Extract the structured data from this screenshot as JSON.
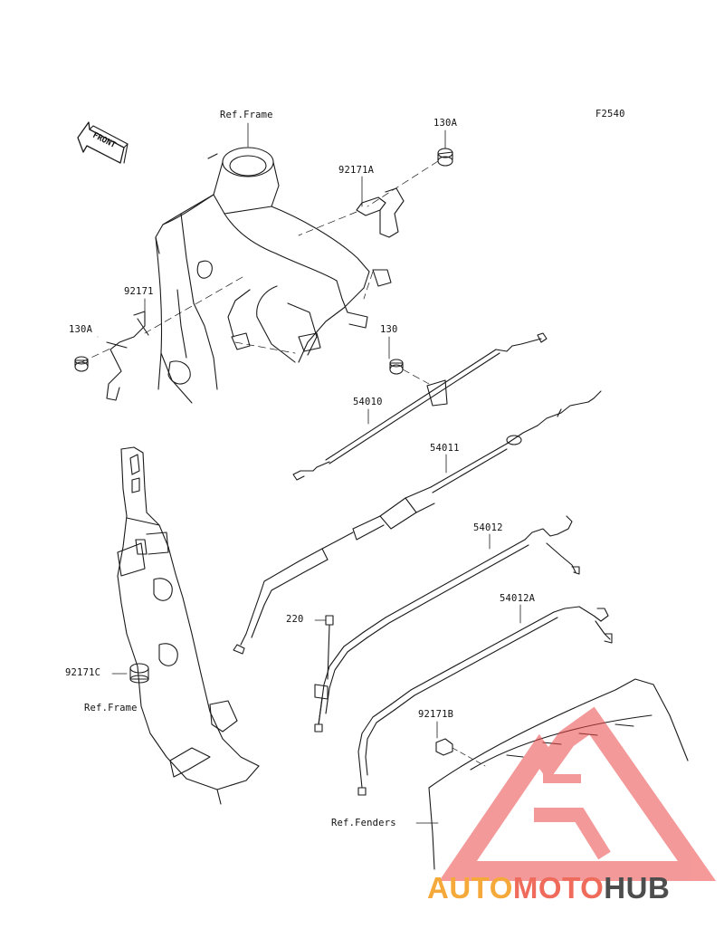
{
  "figure_code": "F2540",
  "front_label": "FRONT",
  "labels": {
    "ref_frame_top": "Ref.Frame",
    "bolt_130a_top": "130A",
    "clamp_92171a": "92171A",
    "clamp_92171": "92171",
    "bolt_130a_left": "130A",
    "bolt_130": "130",
    "cable_54010": "54010",
    "cable_54011": "54011",
    "cable_54012": "54012",
    "cable_54012a": "54012A",
    "part_220": "220",
    "clamp_92171c": "92171C",
    "ref_frame_bottom": "Ref.Frame",
    "clamp_92171b": "92171B",
    "ref_fenders": "Ref.Fenders"
  },
  "watermark": {
    "part1": "AUTO",
    "part2": "MOTO",
    "part3": "HUB",
    "colors": {
      "orange": "#f6a93b",
      "red": "#ef6b5b",
      "gray": "#4d4d4d"
    }
  }
}
